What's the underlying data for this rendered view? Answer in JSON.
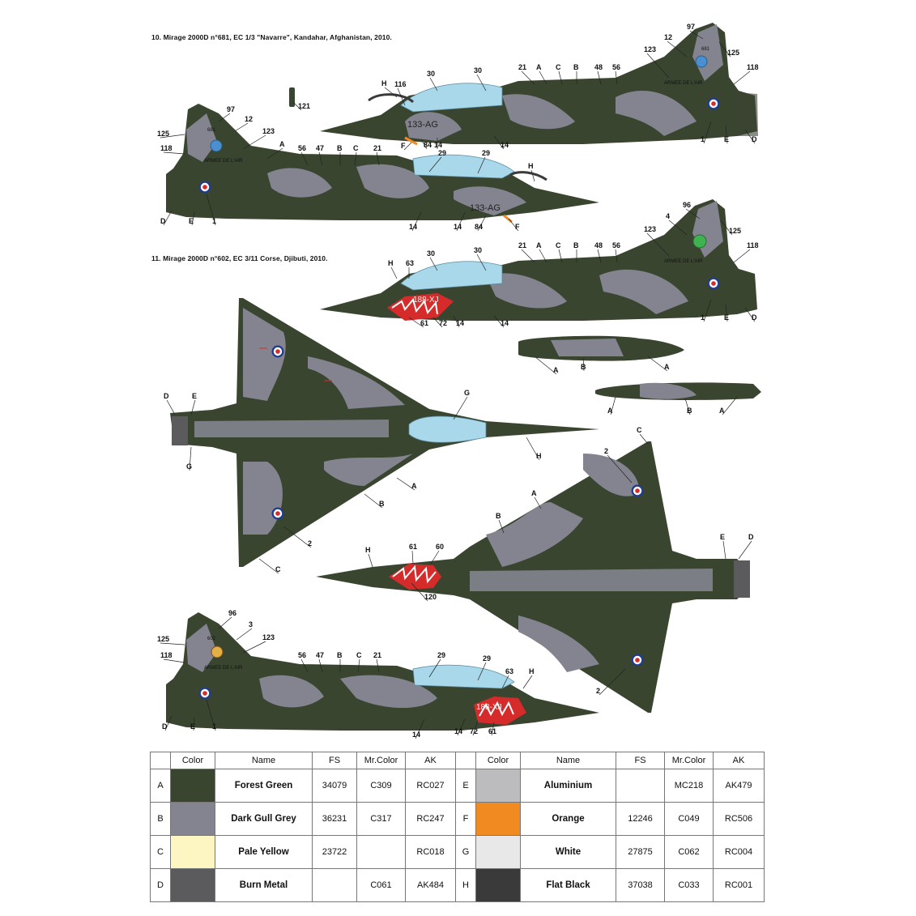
{
  "captions": {
    "profile_10": "10. Mirage 2000D n°681, EC 1/3 \"Navarre\", Kandahar, Afghanistan, 2010.",
    "profile_11": "11. Mirage 2000D n°602, EC 3/11 Corse, Djibuti, 2010."
  },
  "markings": {
    "air_force": "ARMEE DE L'AIR",
    "code_10": "133-AG",
    "code_11": "188-XJ",
    "tail_10": "681",
    "tail_11": "602"
  },
  "callouts": {
    "n1": "1",
    "n2": "2",
    "n3": "3",
    "n4": "4",
    "n12": "12",
    "n14": "14",
    "n21": "21",
    "n29": "29",
    "n30": "30",
    "n47": "47",
    "n48": "48",
    "n56": "56",
    "n60": "60",
    "n61": "61",
    "n63": "63",
    "n72": "72",
    "n84": "84",
    "n96": "96",
    "n97": "97",
    "n116": "116",
    "n118": "118",
    "n120": "120",
    "n121": "121",
    "n123": "123",
    "n125": "125",
    "A": "A",
    "B": "B",
    "C": "C",
    "D": "D",
    "E": "E",
    "F": "F",
    "G": "G",
    "H": "H"
  },
  "colors": {
    "forest_green": "#3a4530",
    "dark_gull_grey": "#83848f",
    "pale_yellow": "#fdf6c2",
    "burn_metal": "#5b5b5d",
    "aluminium": "#bcbcbf",
    "orange": "#f28a22",
    "white": "#e8e8e8",
    "flat_black": "#3a3a3a",
    "canopy": "#a8d8ea",
    "roundel_blue": "#1f3c8f",
    "roundel_red": "#d52b2b"
  },
  "legend": {
    "headers": [
      "Color",
      "Name",
      "FS",
      "Mr.Color",
      "AK"
    ],
    "left": [
      {
        "key": "A",
        "name": "Forest Green",
        "fs": "34079",
        "mr": "C309",
        "ak": "RC027",
        "color": "#3a4530"
      },
      {
        "key": "B",
        "name": "Dark Gull Grey",
        "fs": "36231",
        "mr": "C317",
        "ak": "RC247",
        "color": "#83848f"
      },
      {
        "key": "C",
        "name": "Pale Yellow",
        "fs": "23722",
        "mr": "",
        "ak": "RC018",
        "color": "#fdf6c2"
      },
      {
        "key": "D",
        "name": "Burn Metal",
        "fs": "",
        "mr": "C061",
        "ak": "AK484",
        "color": "#5b5b5d"
      }
    ],
    "right": [
      {
        "key": "E",
        "name": "Aluminium",
        "fs": "",
        "mr": "MC218",
        "ak": "AK479",
        "color": "#bcbcbf"
      },
      {
        "key": "F",
        "name": "Orange",
        "fs": "12246",
        "mr": "C049",
        "ak": "RC506",
        "color": "#f28a22"
      },
      {
        "key": "G",
        "name": "White",
        "fs": "27875",
        "mr": "C062",
        "ak": "RC004",
        "color": "#e8e8e8"
      },
      {
        "key": "H",
        "name": "Flat Black",
        "fs": "37038",
        "mr": "C033",
        "ak": "RC001",
        "color": "#3a3a3a"
      }
    ]
  }
}
